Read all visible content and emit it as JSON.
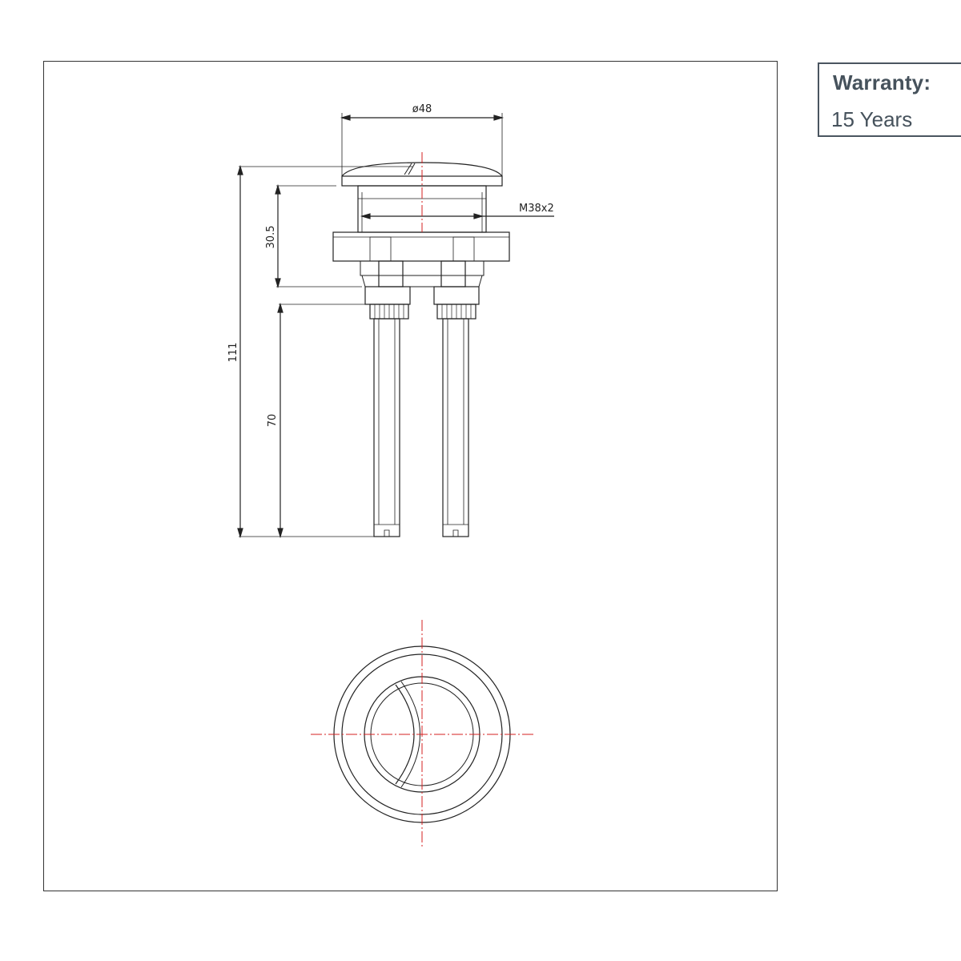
{
  "warranty": {
    "title": "Warranty:",
    "value": "15 Years"
  },
  "dimensions": {
    "diameter": "ø48",
    "thread": "M38x2",
    "height_upper": "30.5",
    "height_total": "111",
    "height_rods": "70"
  },
  "colors": {
    "line": "#222222",
    "centerline": "#d42020",
    "border": "#4a5560"
  }
}
